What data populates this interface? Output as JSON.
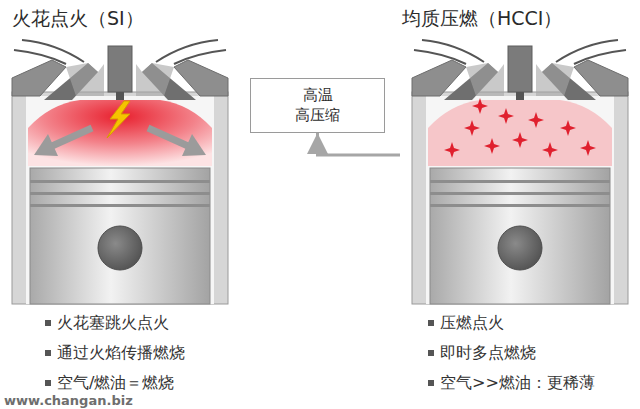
{
  "diagram": {
    "nodes": [
      {
        "text": [
          "火花点火（SI）"
        ]
      },
      {
        "text": [
          "高温 高压缩"
        ]
      },
      {
        "text": [
          "均质压燃（HCCI）"
        ]
      }
    ],
    "edges": [
      {
        "from": 2,
        "to": 1,
        "arrow": "to"
      }
    ],
    "labels": [
      "火花塞跳火点火",
      "通过火焰传播燃烧",
      "空气/燃油＝燃烧",
      "压燃点火",
      "即时多点燃烧",
      "空气>>燃油：更稀薄",
      "www.changan.biz"
    ]
  }
}
